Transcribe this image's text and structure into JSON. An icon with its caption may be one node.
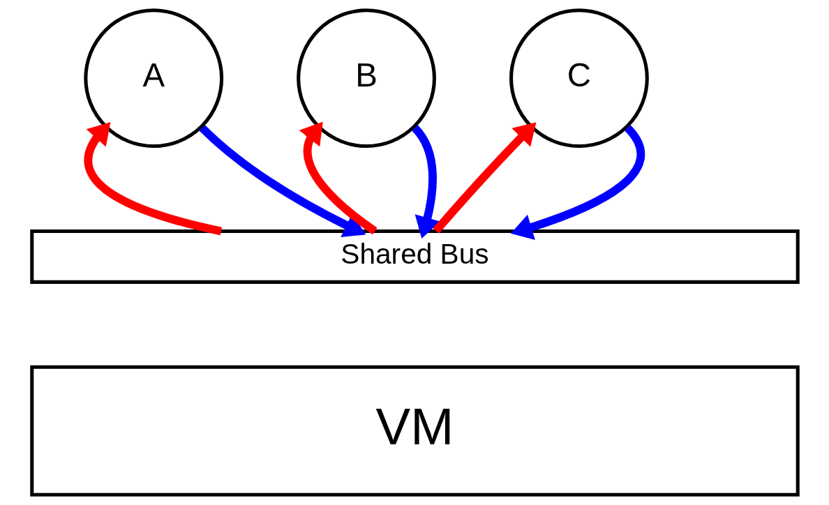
{
  "diagram": {
    "nodes": [
      {
        "text": [
          "A"
        ]
      },
      {
        "text": [
          "B"
        ]
      },
      {
        "text": [
          "C"
        ]
      },
      {
        "text": [
          "Shared Bus"
        ]
      },
      {
        "text": [
          "VM"
        ]
      }
    ],
    "edges": [
      {
        "from": 3,
        "to": 0,
        "arrow": "to",
        "color": "#ff0000"
      },
      {
        "from": 0,
        "to": 3,
        "arrow": "to",
        "color": "#0000ff"
      },
      {
        "from": 3,
        "to": 1,
        "arrow": "to",
        "color": "#ff0000"
      },
      {
        "from": 1,
        "to": 3,
        "arrow": "to",
        "color": "#0000ff"
      },
      {
        "from": 3,
        "to": 2,
        "arrow": "to",
        "color": "#ff0000"
      },
      {
        "from": 2,
        "to": 3,
        "arrow": "to",
        "color": "#0000ff"
      }
    ]
  }
}
